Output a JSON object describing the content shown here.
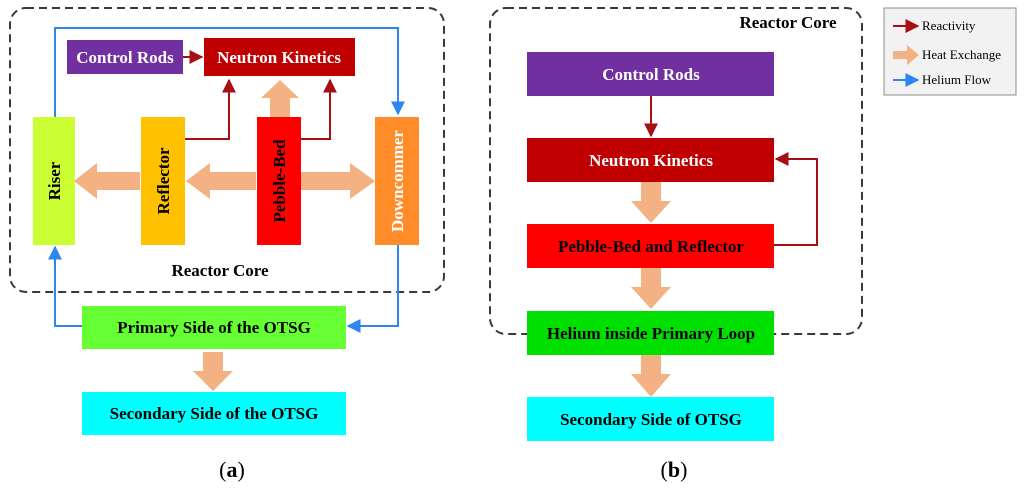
{
  "colors": {
    "reactivity": "#a50f15",
    "heat_exchange": "#f4b183",
    "helium_flow": "#2e86f0",
    "dashed_border": "#3a3a3a"
  },
  "legend": {
    "reactivity": "Reactivity",
    "heat_exchange": "Heat Exchange",
    "helium_flow": "Helium Flow"
  },
  "diagram_a": {
    "core_label": "Reactor Core",
    "control_rods": "Control Rods",
    "neutron_kinetics": "Neutron Kinetics",
    "riser": "Riser",
    "reflector": "Reflector",
    "pebble_bed": "Pebble-Bed",
    "downcommer": "Downcommer",
    "primary_side": "Primary Side of the OTSG",
    "secondary_side": "Secondary Side of the OTSG",
    "caption_open": "(",
    "caption_letter": "a",
    "caption_close": ")"
  },
  "diagram_b": {
    "core_label": "Reactor Core",
    "control_rods": "Control Rods",
    "neutron_kinetics": "Neutron Kinetics",
    "pebble_reflector": "Pebble-Bed and Reflector",
    "helium_primary": "Helium inside Primary Loop",
    "secondary_side": "Secondary Side of OTSG",
    "caption_open": "(",
    "caption_letter": "b",
    "caption_close": ")"
  }
}
